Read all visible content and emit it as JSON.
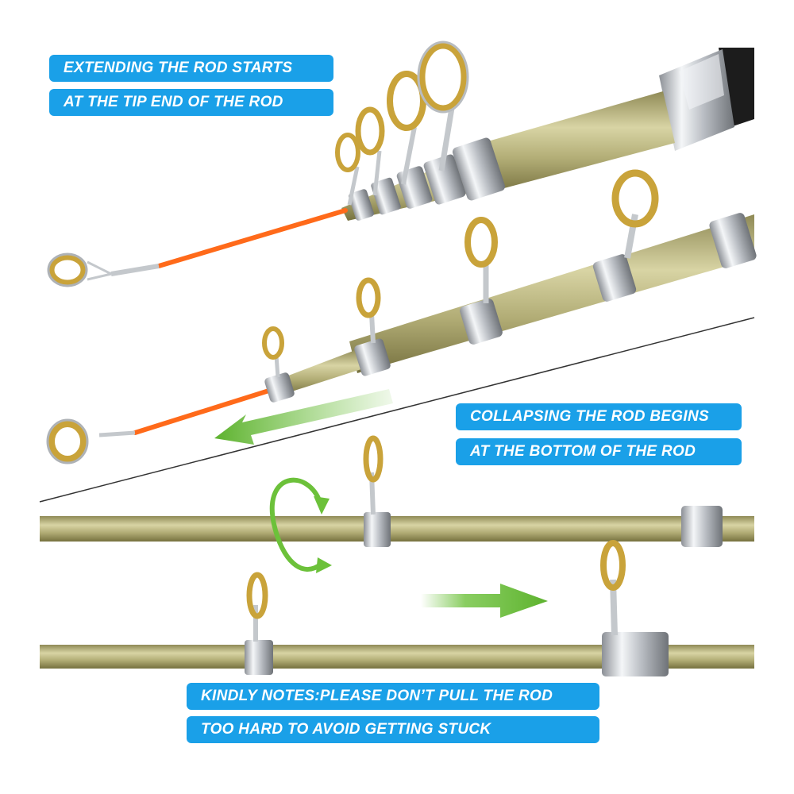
{
  "captions": {
    "extend_line1": "EXTENDING THE ROD STARTS",
    "extend_line2": "AT THE TIP END OF THE ROD",
    "collapse_line1": "COLLAPSING THE ROD BEGINS",
    "collapse_line2": "AT THE BOTTOM OF THE ROD",
    "note_line1": "KINDLY NOTES:PLEASE DON’T PULL THE ROD",
    "note_line2": "TOO HARD TO AVOID GETTING STUCK"
  },
  "colors": {
    "label_blue": "#1aa0e8",
    "arrow_green": "#6cc13a",
    "rod_khaki": "#b5b17a",
    "tip_orange": "#ff6a1a",
    "guide_gold": "#c9a33a",
    "chrome": "#d9dde2"
  }
}
